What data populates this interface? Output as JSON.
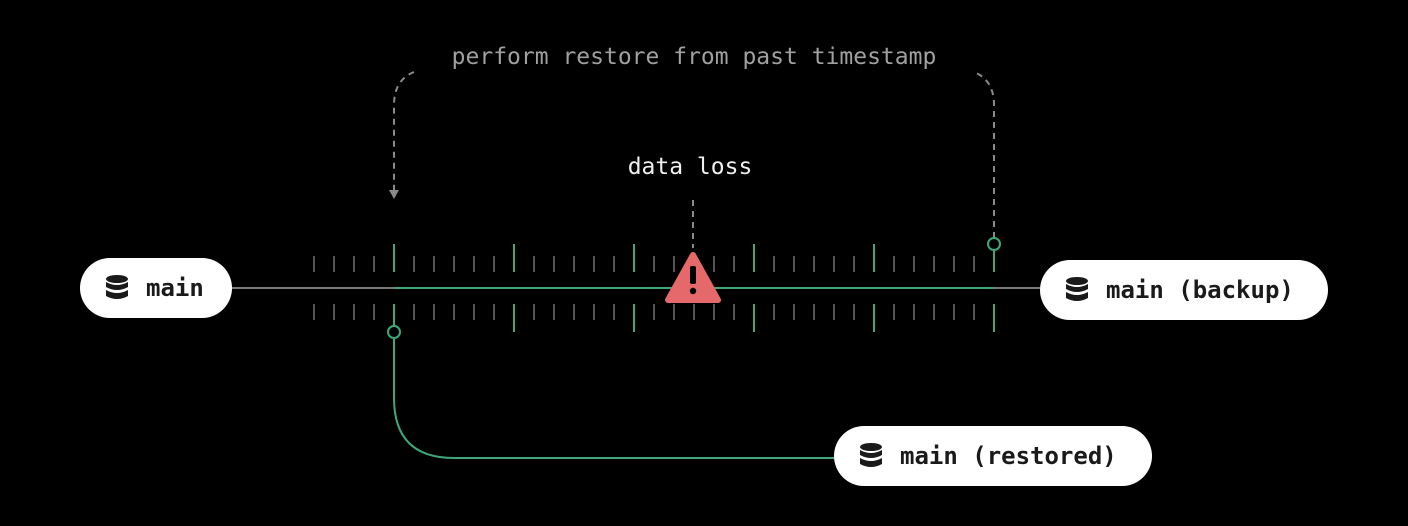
{
  "annotations": {
    "restore": "perform restore from past timestamp",
    "data_loss": "data loss"
  },
  "branches": {
    "main": "main",
    "backup": "main (backup)",
    "restored": "main (restored)"
  },
  "icons": {
    "branch": "database-icon",
    "loss": "warning-icon"
  },
  "colors": {
    "background": "#000000",
    "green": "#3fa779",
    "warning": "#e5696b",
    "pill": "#ffffff",
    "tick": "#555555",
    "dashed": "#8a8a8a"
  }
}
